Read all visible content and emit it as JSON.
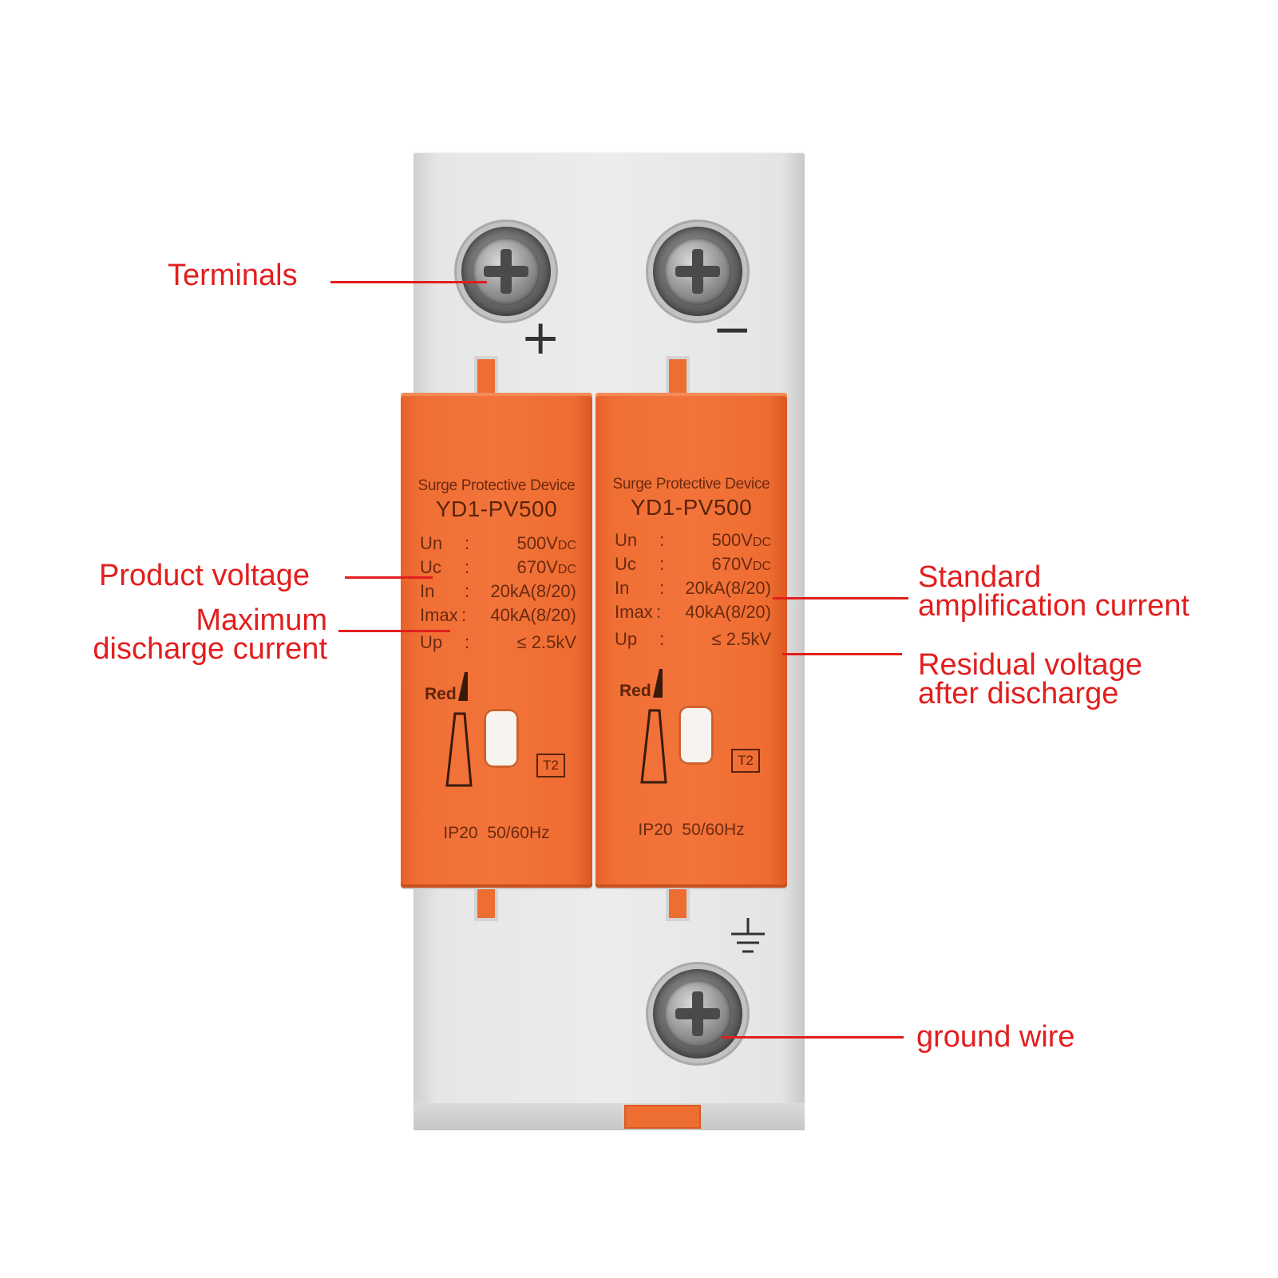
{
  "device": {
    "plus_symbol": "+",
    "minus_symbol": "−",
    "modules": [
      {
        "title": "Surge Protective Device",
        "model": "YD1-PV500",
        "specs": [
          {
            "key": "Un",
            "sep": ":",
            "value": "500V",
            "unit": "DC"
          },
          {
            "key": "Uc",
            "sep": ":",
            "value": "670V",
            "unit": "DC"
          },
          {
            "key": "In",
            "sep": ":",
            "value": "20kA(8/20)",
            "unit": ""
          },
          {
            "key": "Imax",
            "sep": ":",
            "value": "40kA(8/20)",
            "unit": ""
          },
          {
            "key": "Up",
            "sep": ":",
            "value": "≤  2.5kV",
            "unit": ""
          }
        ],
        "indicator_label": "Red",
        "type_mark": "T2",
        "footer": "IP20 50/60Hz"
      },
      {
        "title": "Surge Protective Device",
        "model": "YD1-PV500",
        "specs": [
          {
            "key": "Un",
            "sep": ":",
            "value": "500V",
            "unit": "DC"
          },
          {
            "key": "Uc",
            "sep": ":",
            "value": "670V",
            "unit": "DC"
          },
          {
            "key": "In",
            "sep": ":",
            "value": "20kA(8/20)",
            "unit": ""
          },
          {
            "key": "Imax",
            "sep": ":",
            "value": "40kA(8/20)",
            "unit": ""
          },
          {
            "key": "Up",
            "sep": ":",
            "value": "≤  2.5kV",
            "unit": ""
          }
        ],
        "indicator_label": "Red",
        "type_mark": "T2",
        "footer": "IP20 50/60Hz"
      }
    ]
  },
  "callouts": {
    "terminals": "Terminals",
    "product_voltage": "Product voltage",
    "max_discharge_line1": "Maximum",
    "max_discharge_line2": "discharge current",
    "standard_line1": "Standard",
    "standard_line2": "amplification current",
    "residual_line1": "Residual voltage",
    "residual_line2": "after discharge",
    "ground_wire": "ground wire"
  },
  "colors": {
    "callout": "#e21e1e",
    "module_orange": "#f2743a",
    "housing_grey": "#ececec"
  }
}
